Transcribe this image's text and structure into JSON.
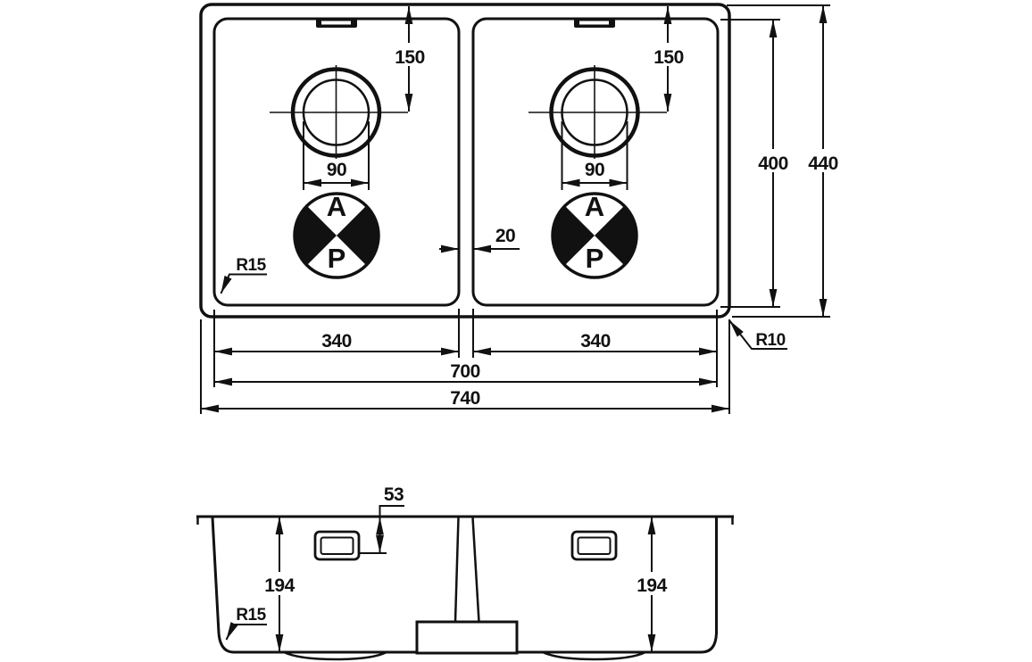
{
  "drawing": {
    "type": "sink-technical-drawing",
    "line_color": "#111111",
    "background": "#ffffff"
  },
  "top_view": {
    "registration_mark_left": {
      "top": "A",
      "bottom": "P"
    },
    "registration_mark_right": {
      "top": "A",
      "bottom": "P"
    },
    "dims": {
      "drain_center_from_top_left": "150",
      "drain_center_from_top_right": "150",
      "drain_width_left": "90",
      "drain_width_right": "90",
      "bowl_gap": "20",
      "bowl_width_left": "340",
      "bowl_width_right": "340",
      "bowls_overall_width": "700",
      "overall_width": "740",
      "bowl_depth": "400",
      "overall_depth": "440",
      "bowl_corner_radius": "R15",
      "outer_corner_radius": "R10"
    }
  },
  "front_view": {
    "dims": {
      "overflow_from_rim": "53",
      "bowl_depth_left": "194",
      "bowl_depth_right": "194",
      "corner_radius": "R15"
    }
  }
}
